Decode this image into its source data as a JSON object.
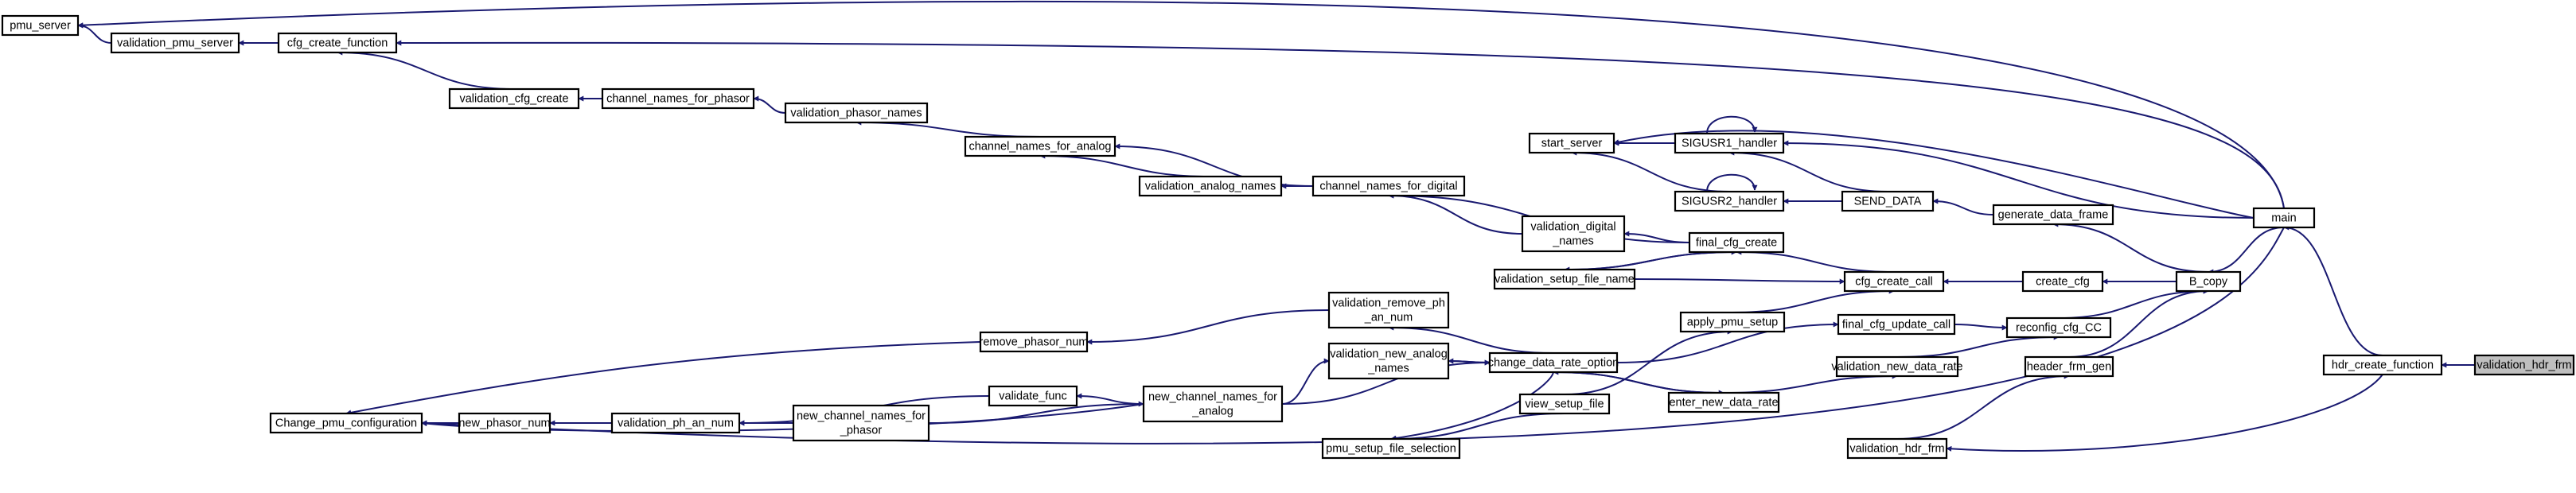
{
  "graph": {
    "edge_color": "#191970",
    "highlight_fill": "#bfbfbf",
    "nodes": [
      {
        "id": "pmu_server",
        "lines": [
          "pmu_server"
        ]
      },
      {
        "id": "validation_pmu_server",
        "lines": [
          "validation_pmu_server"
        ]
      },
      {
        "id": "cfg_create_function",
        "lines": [
          "cfg_create_function"
        ]
      },
      {
        "id": "validation_cfg_create",
        "lines": [
          "validation_cfg_create"
        ]
      },
      {
        "id": "channel_names_for_phasor",
        "lines": [
          "channel_names_for_phasor"
        ]
      },
      {
        "id": "validation_phasor_names",
        "lines": [
          "validation_phasor_names"
        ]
      },
      {
        "id": "channel_names_for_analog",
        "lines": [
          "channel_names_for_analog"
        ]
      },
      {
        "id": "validation_analog_names",
        "lines": [
          "validation_analog_names"
        ]
      },
      {
        "id": "channel_names_for_digital",
        "lines": [
          "channel_names_for_digital"
        ]
      },
      {
        "id": "validation_digital_names",
        "lines": [
          "validation_digital",
          "_names"
        ]
      },
      {
        "id": "start_server",
        "lines": [
          "start_server"
        ]
      },
      {
        "id": "SIGUSR1_handler",
        "lines": [
          "SIGUSR1_handler"
        ]
      },
      {
        "id": "SIGUSR2_handler",
        "lines": [
          "SIGUSR2_handler"
        ]
      },
      {
        "id": "SEND_DATA",
        "lines": [
          "SEND_DATA"
        ]
      },
      {
        "id": "generate_data_frame",
        "lines": [
          "generate_data_frame"
        ]
      },
      {
        "id": "final_cfg_create",
        "lines": [
          "final_cfg_create"
        ]
      },
      {
        "id": "validation_setup_file_name",
        "lines": [
          "validation_setup_file_name"
        ]
      },
      {
        "id": "cfg_create_call",
        "lines": [
          "cfg_create_call"
        ]
      },
      {
        "id": "create_cfg",
        "lines": [
          "create_cfg"
        ]
      },
      {
        "id": "B_copy",
        "lines": [
          "B_copy"
        ]
      },
      {
        "id": "main",
        "lines": [
          "main"
        ]
      },
      {
        "id": "apply_pmu_setup",
        "lines": [
          "apply_pmu_setup"
        ]
      },
      {
        "id": "validation_remove_phan_num",
        "lines": [
          "validation_remove_ph",
          "_an_num"
        ]
      },
      {
        "id": "remove_phasor_num",
        "lines": [
          "remove_phasor_num"
        ]
      },
      {
        "id": "change_data_rate_option",
        "lines": [
          "change_data_rate_option"
        ]
      },
      {
        "id": "final_cfg_update_call",
        "lines": [
          "final_cfg_update_call"
        ]
      },
      {
        "id": "reconfig_cfg_CC",
        "lines": [
          "reconfig_cfg_CC"
        ]
      },
      {
        "id": "validation_new_analog_names",
        "lines": [
          "validation_new_analog",
          "_names"
        ]
      },
      {
        "id": "validation_new_data_rate",
        "lines": [
          "validation_new_data_rate"
        ]
      },
      {
        "id": "header_frm_gen",
        "lines": [
          "header_frm_gen"
        ]
      },
      {
        "id": "hdr_create_function",
        "lines": [
          "hdr_create_function"
        ]
      },
      {
        "id": "validation_hdr_frm_hl",
        "lines": [
          "validation_hdr_frm"
        ],
        "highlight": true
      },
      {
        "id": "validate_func",
        "lines": [
          "validate_func"
        ]
      },
      {
        "id": "new_channel_names_for_analog",
        "lines": [
          "new_channel_names_for",
          "_analog"
        ]
      },
      {
        "id": "Change_pmu_configuration",
        "lines": [
          "Change_pmu_configuration"
        ]
      },
      {
        "id": "new_phasor_num",
        "lines": [
          "new_phasor_num"
        ]
      },
      {
        "id": "validation_ph_an_num",
        "lines": [
          "validation_ph_an_num"
        ]
      },
      {
        "id": "new_channel_names_for_phasor",
        "lines": [
          "new_channel_names_for",
          "_phasor"
        ]
      },
      {
        "id": "enter_new_data_rate",
        "lines": [
          "enter_new_data_rate"
        ]
      },
      {
        "id": "view_setup_file",
        "lines": [
          "view_setup_file"
        ]
      },
      {
        "id": "pmu_setup_file_selection",
        "lines": [
          "pmu_setup_file_selection"
        ]
      },
      {
        "id": "validation_hdr_frm",
        "lines": [
          "validation_hdr_frm"
        ]
      }
    ],
    "edges": [
      {
        "from": "validation_pmu_server",
        "to": "pmu_server"
      },
      {
        "from": "main",
        "to": "pmu_server"
      },
      {
        "from": "validation_cfg_create",
        "to": "cfg_create_function"
      },
      {
        "from": "cfg_create_function",
        "to": "validation_pmu_server"
      },
      {
        "from": "main",
        "to": "cfg_create_function"
      },
      {
        "from": "channel_names_for_phasor",
        "to": "validation_cfg_create"
      },
      {
        "from": "validation_phasor_names",
        "to": "channel_names_for_phasor"
      },
      {
        "from": "channel_names_for_analog",
        "to": "validation_phasor_names"
      },
      {
        "from": "validation_analog_names",
        "to": "channel_names_for_analog"
      },
      {
        "from": "channel_names_for_digital",
        "to": "channel_names_for_analog"
      },
      {
        "from": "channel_names_for_digital",
        "to": "validation_analog_names"
      },
      {
        "from": "final_cfg_create",
        "to": "channel_names_for_digital"
      },
      {
        "from": "validation_digital_names",
        "to": "channel_names_for_digital"
      },
      {
        "from": "final_cfg_create",
        "to": "validation_digital_names"
      },
      {
        "from": "SIGUSR1_handler",
        "to": "start_server"
      },
      {
        "from": "SIGUSR2_handler",
        "to": "start_server"
      },
      {
        "from": "main",
        "to": "start_server"
      },
      {
        "from": "SIGUSR1_handler",
        "to": "SIGUSR1_handler"
      },
      {
        "from": "SIGUSR2_handler",
        "to": "SIGUSR2_handler"
      },
      {
        "from": "SEND_DATA",
        "to": "SIGUSR1_handler"
      },
      {
        "from": "main",
        "to": "SIGUSR1_handler"
      },
      {
        "from": "SEND_DATA",
        "to": "SIGUSR2_handler"
      },
      {
        "from": "generate_data_frame",
        "to": "SEND_DATA"
      },
      {
        "from": "B_copy",
        "to": "generate_data_frame"
      },
      {
        "from": "cfg_create_call",
        "to": "final_cfg_create"
      },
      {
        "from": "validation_setup_file_name",
        "to": "final_cfg_create"
      },
      {
        "from": "final_cfg_create",
        "to": "validation_setup_file_name"
      },
      {
        "from": "create_cfg",
        "to": "cfg_create_call"
      },
      {
        "from": "apply_pmu_setup",
        "to": "cfg_create_call"
      },
      {
        "from": "validation_setup_file_name",
        "to": "cfg_create_call"
      },
      {
        "from": "B_copy",
        "to": "create_cfg"
      },
      {
        "from": "main",
        "to": "B_copy"
      },
      {
        "from": "reconfig_cfg_CC",
        "to": "B_copy"
      },
      {
        "from": "header_frm_gen",
        "to": "B_copy"
      },
      {
        "from": "hdr_create_function",
        "to": "main"
      },
      {
        "from": "view_setup_file",
        "to": "apply_pmu_setup"
      },
      {
        "from": "change_data_rate_option",
        "to": "validation_remove_phan_num"
      },
      {
        "from": "validation_remove_phan_num",
        "to": "remove_phasor_num"
      },
      {
        "from": "remove_phasor_num",
        "to": "Change_pmu_configuration"
      },
      {
        "from": "new_channel_names_for_analog",
        "to": "change_data_rate_option"
      },
      {
        "from": "validation_new_analog_names",
        "to": "change_data_rate_option"
      },
      {
        "from": "enter_new_data_rate",
        "to": "change_data_rate_option"
      },
      {
        "from": "change_data_rate_option",
        "to": "final_cfg_update_call"
      },
      {
        "from": "final_cfg_update_call",
        "to": "reconfig_cfg_CC"
      },
      {
        "from": "validation_new_data_rate",
        "to": "reconfig_cfg_CC"
      },
      {
        "from": "change_data_rate_option",
        "to": "validation_new_analog_names"
      },
      {
        "from": "new_channel_names_for_analog",
        "to": "validation_new_analog_names"
      },
      {
        "from": "enter_new_data_rate",
        "to": "validation_new_data_rate"
      },
      {
        "from": "validation_hdr_frm",
        "to": "header_frm_gen"
      },
      {
        "from": "validation_hdr_frm_hl",
        "to": "hdr_create_function"
      },
      {
        "from": "new_channel_names_for_analog",
        "to": "validate_func"
      },
      {
        "from": "validate_func",
        "to": "validation_ph_an_num"
      },
      {
        "from": "new_channel_names_for_phasor",
        "to": "new_channel_names_for_analog"
      },
      {
        "from": "new_channel_names_for_analog",
        "to": "Change_pmu_configuration"
      },
      {
        "from": "new_phasor_num",
        "to": "Change_pmu_configuration"
      },
      {
        "from": "main",
        "to": "Change_pmu_configuration"
      },
      {
        "from": "validation_ph_an_num",
        "to": "new_phasor_num"
      },
      {
        "from": "new_channel_names_for_phasor",
        "to": "validation_ph_an_num"
      },
      {
        "from": "change_data_rate_option",
        "to": "enter_new_data_rate"
      },
      {
        "from": "view_setup_file",
        "to": "pmu_setup_file_selection"
      },
      {
        "from": "change_data_rate_option",
        "to": "pmu_setup_file_selection"
      },
      {
        "from": "hdr_create_function",
        "to": "validation_hdr_frm"
      }
    ]
  }
}
